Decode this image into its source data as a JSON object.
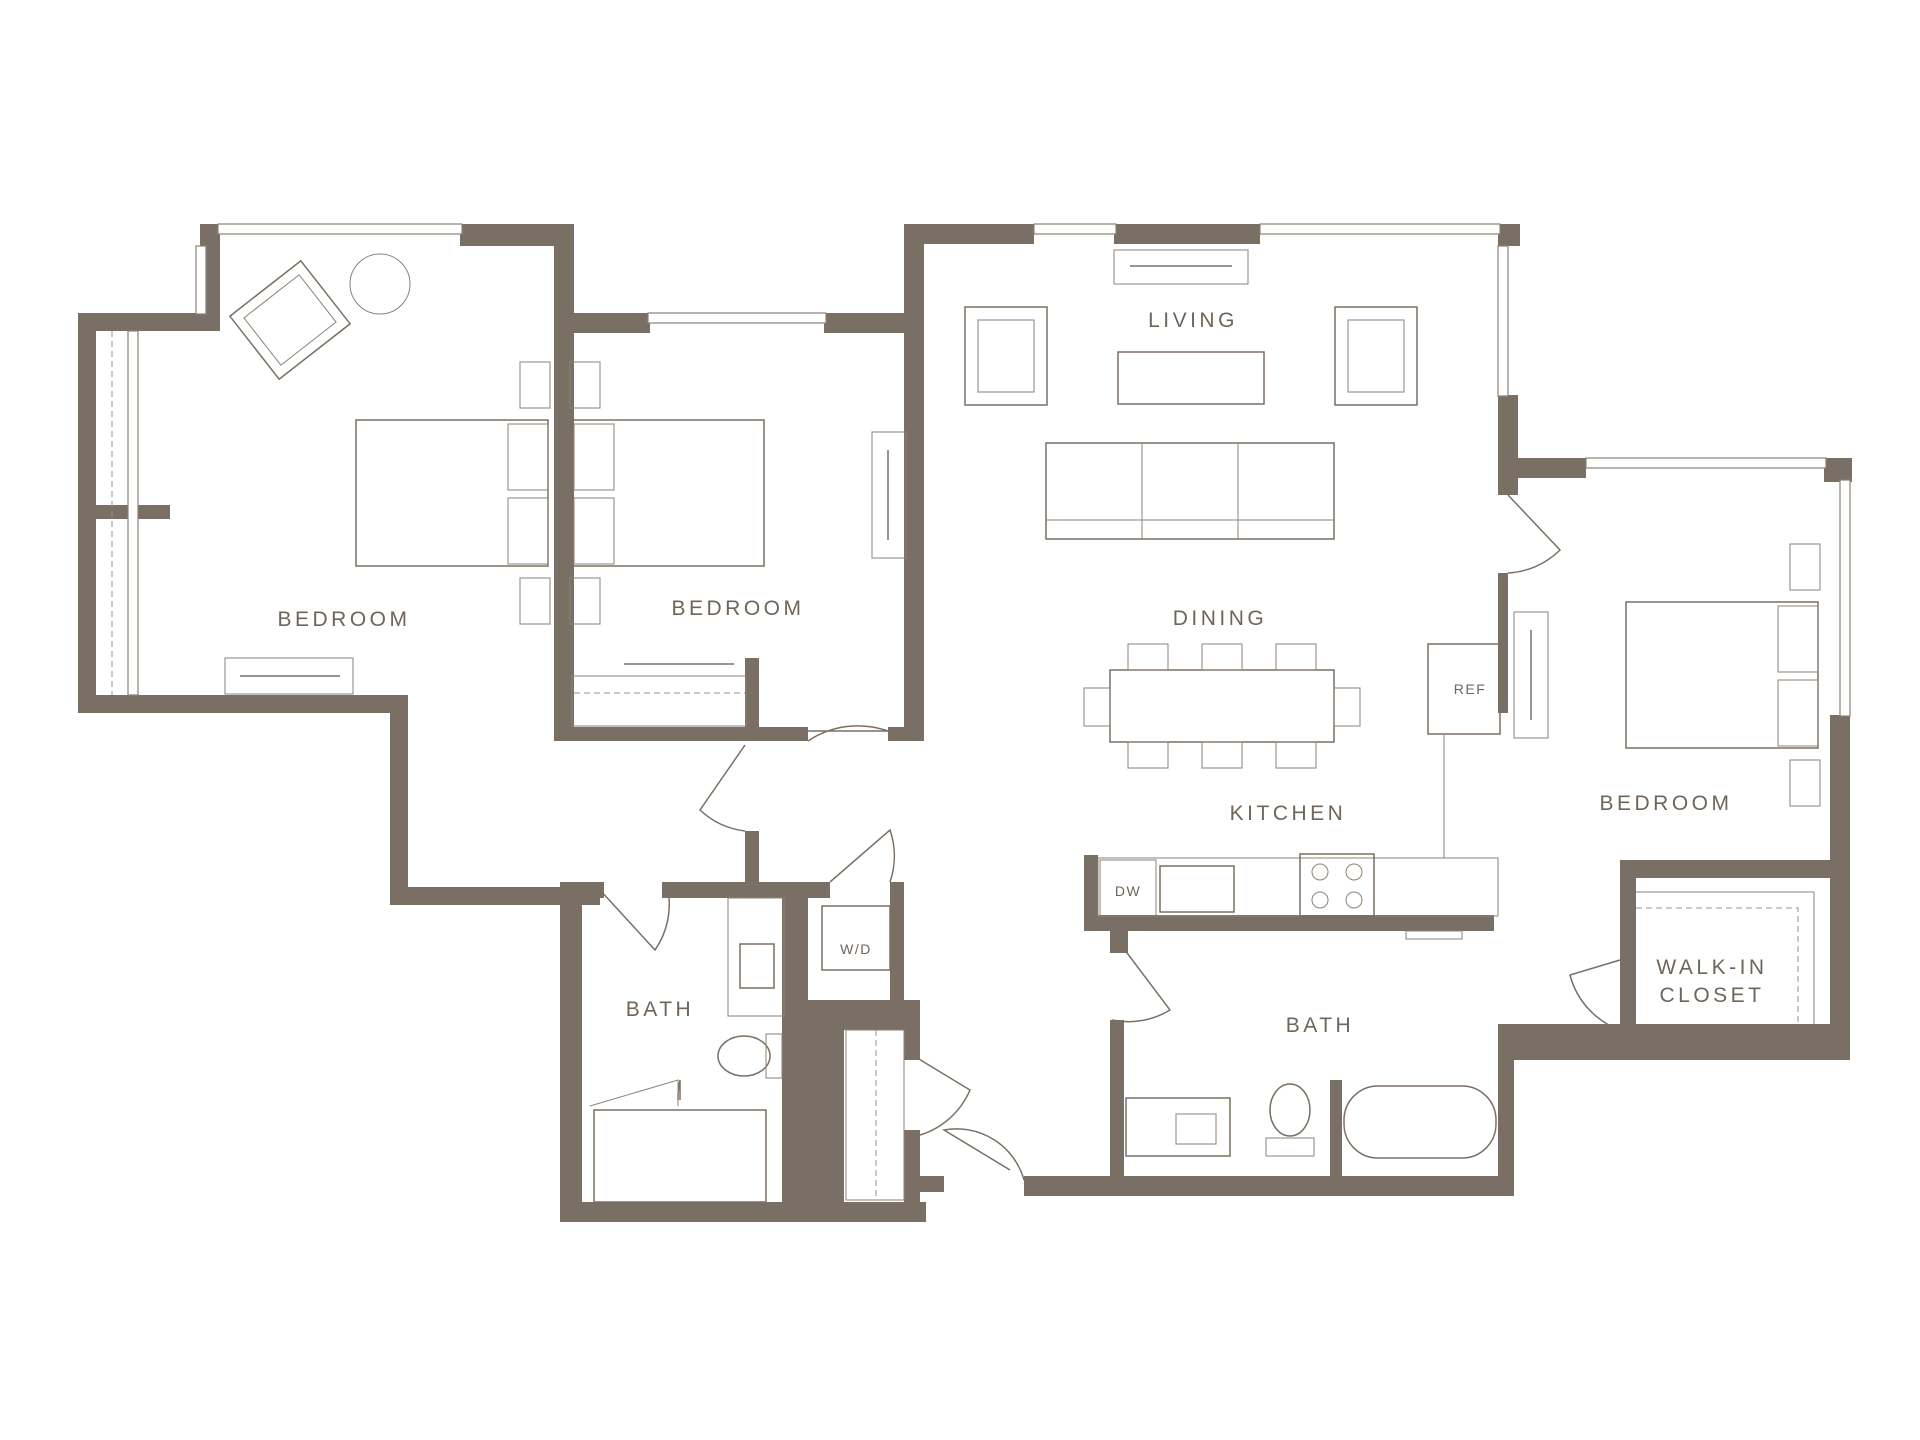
{
  "rooms": {
    "living": "LIVING",
    "dining": "DINING",
    "kitchen": "KITCHEN",
    "bedroom_1": "BEDROOM",
    "bedroom_2": "BEDROOM",
    "bedroom_3": "BEDROOM",
    "bath_1": "BATH",
    "bath_2": "BATH",
    "walk_in_closet_line1": "WALK-IN",
    "walk_in_closet_line2": "CLOSET"
  },
  "appliances": {
    "refrigerator": "REF",
    "dishwasher": "DW",
    "washer_dryer": "W/D"
  },
  "colors": {
    "wall": "#7a6f64",
    "label": "#6f655b",
    "background": "#ffffff"
  }
}
